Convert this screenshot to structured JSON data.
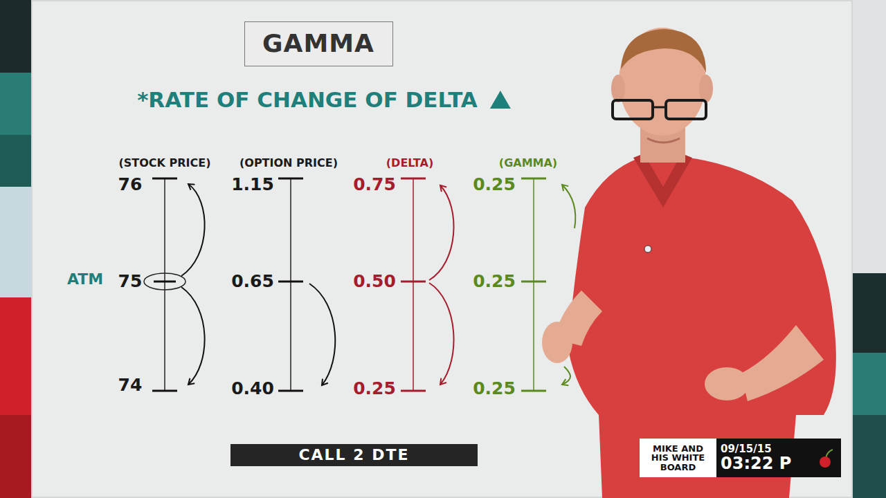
{
  "diagram": {
    "title": "GAMMA",
    "nodes": [
      {
        "text": [
          "CALL 2 DTE"
        ]
      },
      {
        "text": [
          "MIKE AND HIS WHITE BOARD"
        ]
      },
      {
        "text": [
          "09/15/15",
          "03:22 P"
        ]
      }
    ],
    "labels": [
      "*RATE OF CHANGE OF DELTA",
      "(STOCK PRICE)",
      "76",
      "ATM",
      "75",
      "74",
      "(OPTION PRICE)",
      "1.15",
      "0.65",
      "0.40",
      "(DELTA)",
      "0.75",
      "0.50",
      "0.25",
      "(GAMMA)",
      "0.25",
      "0.25",
      "0.25"
    ]
  }
}
